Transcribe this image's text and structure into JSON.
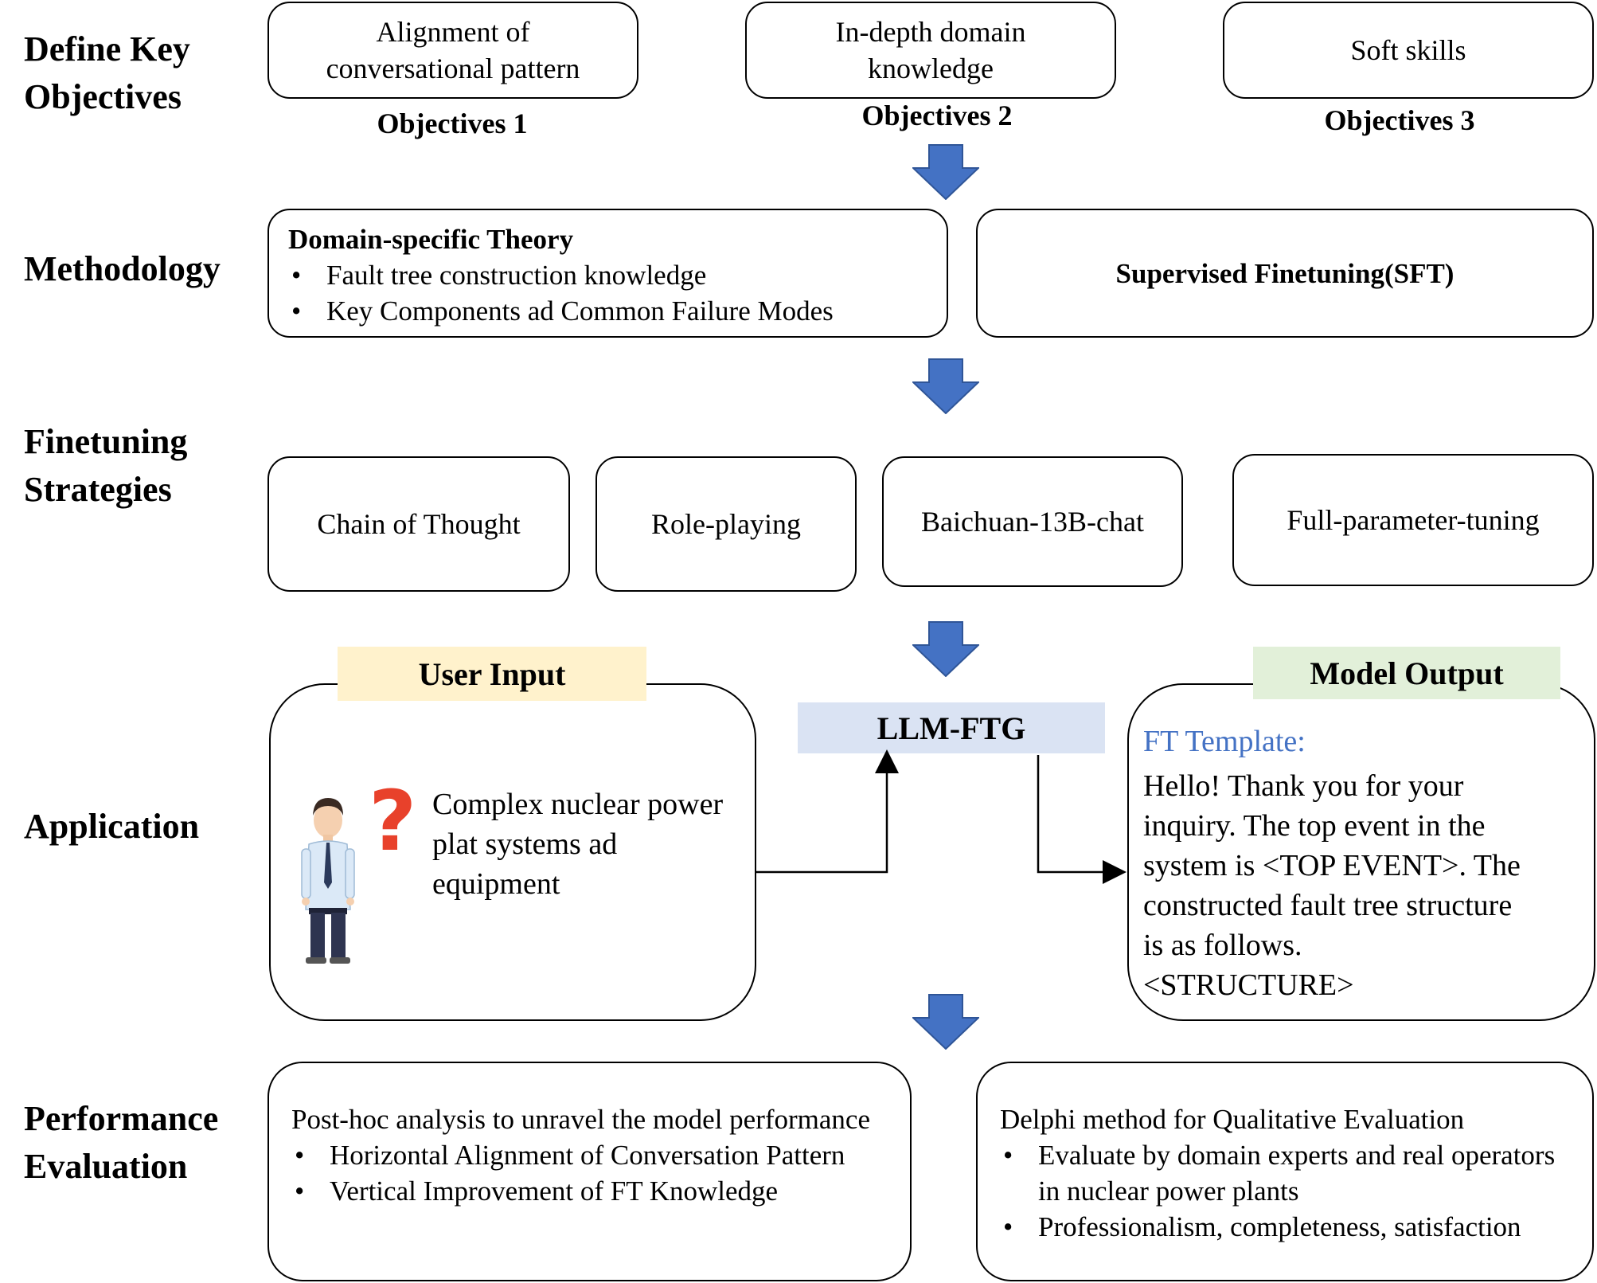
{
  "rows": {
    "define": "Define Key Objectives",
    "methodology": "Methodology",
    "finetuning": "Finetuning Strategies",
    "application": "Application",
    "evaluation": "Performance Evaluation"
  },
  "objectives": [
    {
      "text": "Alignment of conversational pattern",
      "label": "Objectives 1"
    },
    {
      "text": "In-depth domain knowledge",
      "label": "Objectives 2"
    },
    {
      "text": "Soft skills",
      "label": "Objectives 3"
    }
  ],
  "methodology": {
    "theory_title": "Domain-specific Theory",
    "theory_items": [
      "Fault tree construction  knowledge",
      "Key Components ad Common Failure Modes"
    ],
    "sft": "Supervised Finetuning(SFT)"
  },
  "strategies": [
    "Chain of Thought",
    "Role-playing",
    "Baichuan-13B-chat",
    "Full-parameter-tuning"
  ],
  "application": {
    "user_input_label": "User Input",
    "user_input_text": "Complex nuclear power plat systems ad equipment",
    "question_mark": "?",
    "model_label": "LLM-FTG",
    "model_output_label": "Model Output",
    "template_title": "FT Template:",
    "template_lines": [
      "Hello! Thank you for your",
      "inquiry. The top event in the",
      "system is <TOP EVENT>. The",
      "constructed fault tree structure",
      "is as follows.",
      "<STRUCTURE>"
    ]
  },
  "evaluation": {
    "left_title": "Post-hoc analysis to unravel the model performance",
    "left_items": [
      "Horizontal Alignment of Conversation Pattern",
      "Vertical Improvement of FT Knowledge"
    ],
    "right_title": "Delphi method for Qualitative Evaluation",
    "right_items": [
      "Evaluate by domain experts and real operators in nuclear power plants",
      "Professionalism, completeness, satisfaction"
    ]
  },
  "colors": {
    "arrow": "#4472c4",
    "user_input_bg": "#fff2cc",
    "model_bg": "#dae3f3",
    "model_output_bg": "#e2f0d9",
    "template_title": "#4472c4",
    "question_mark": "#e8412b"
  },
  "icons": [
    "down-arrow-icon",
    "businessman-icon",
    "question-mark-icon"
  ]
}
